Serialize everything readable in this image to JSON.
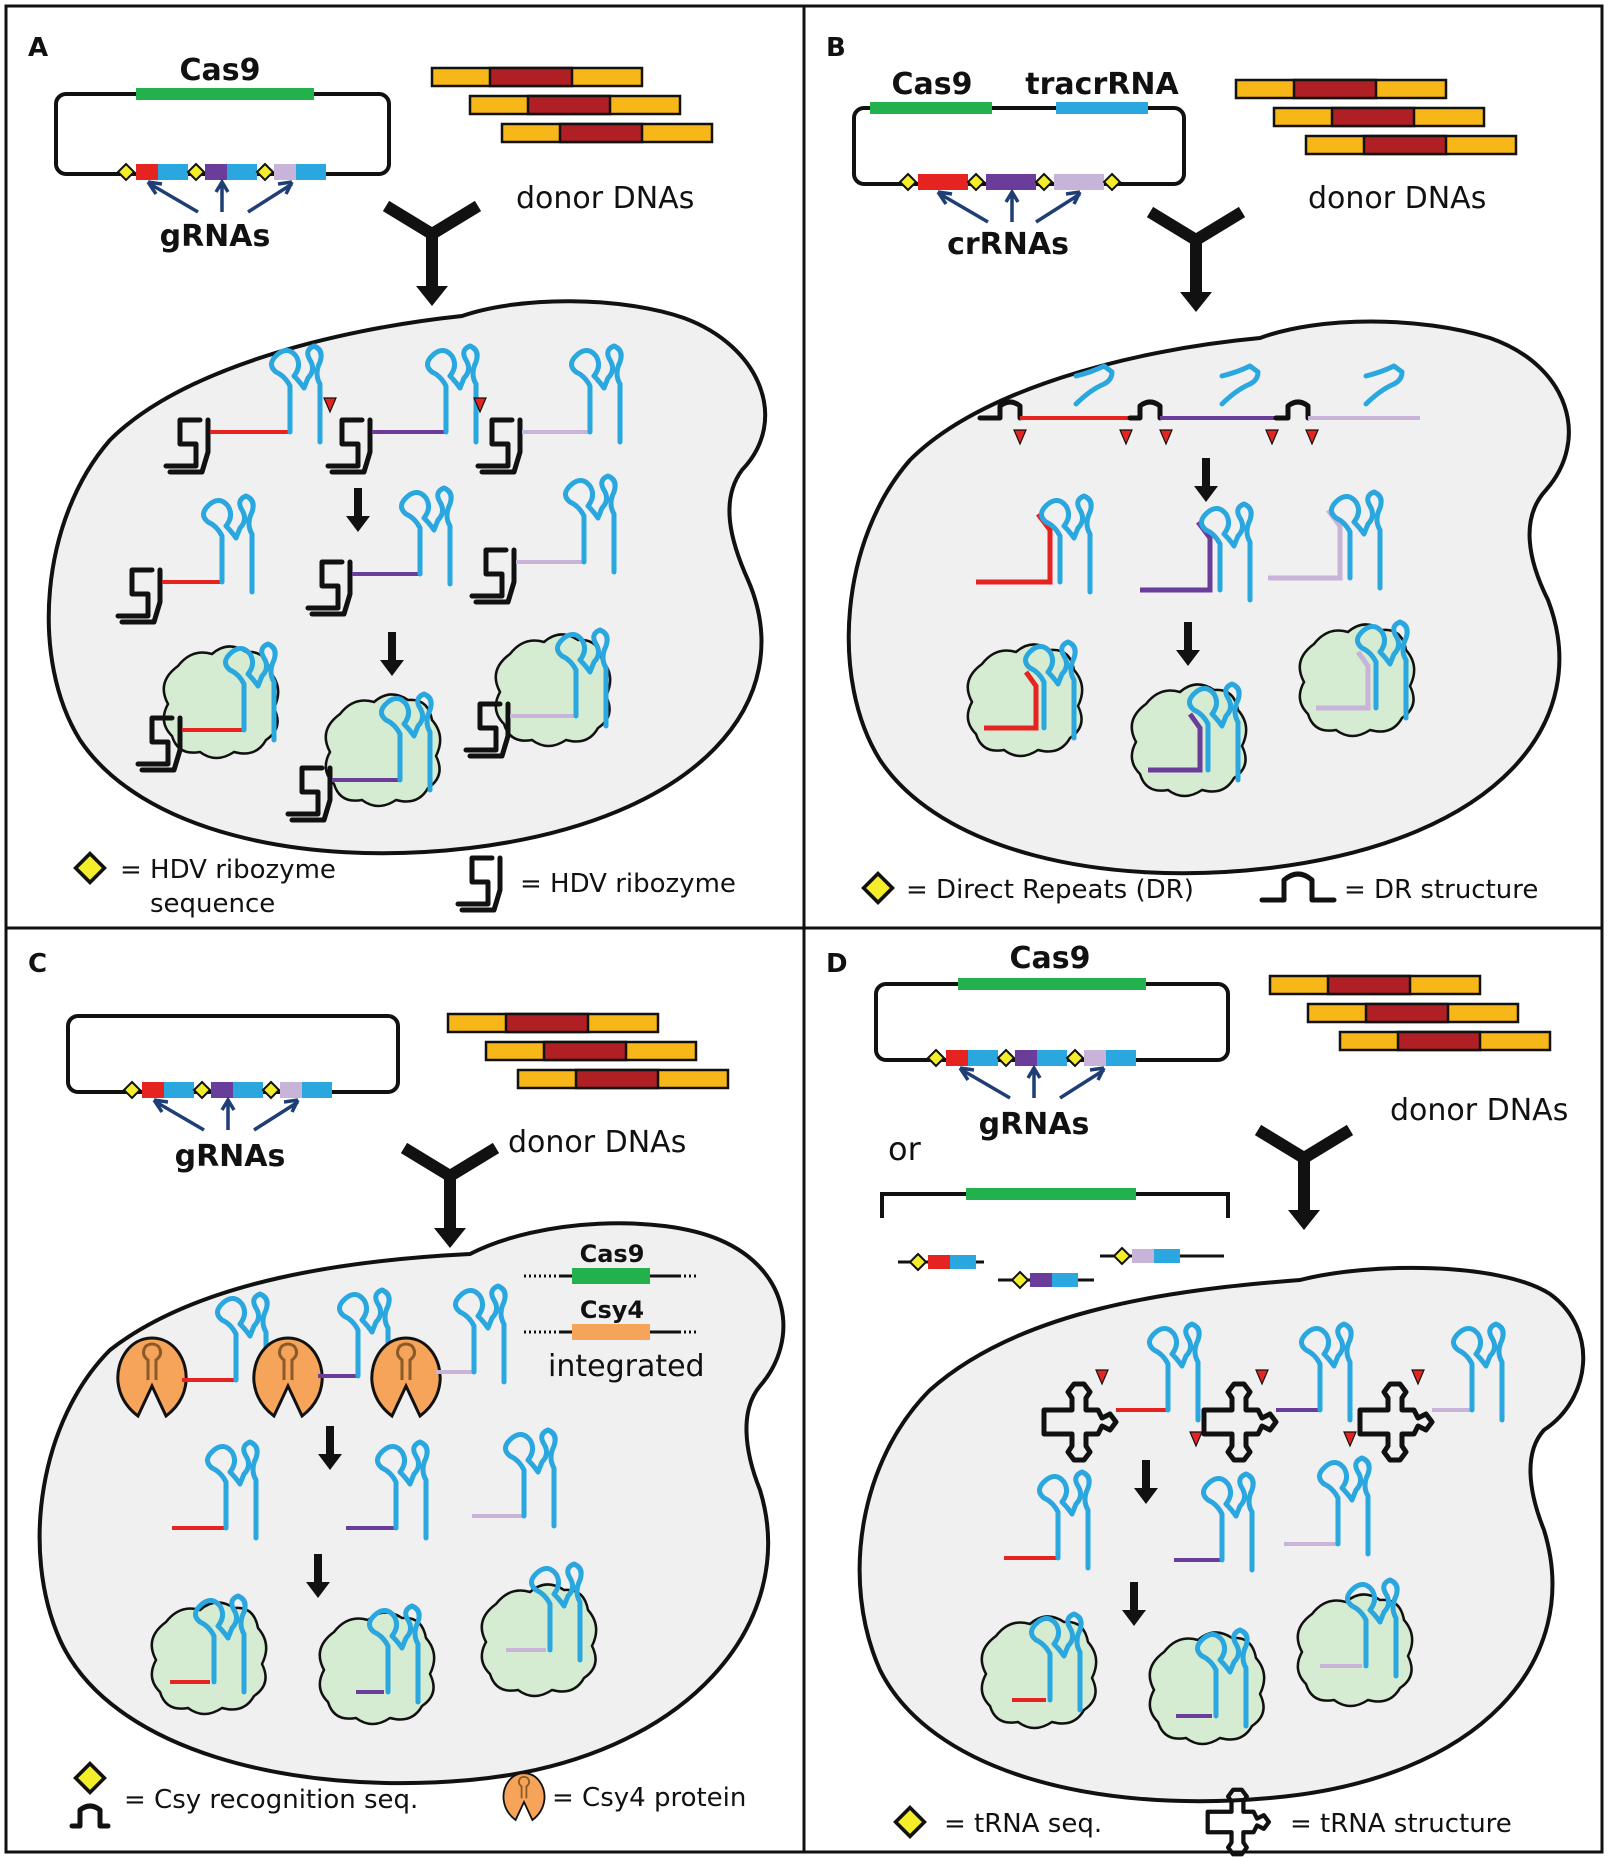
{
  "colors": {
    "cas9": "#22b14c",
    "tracr": "#2aa7df",
    "red": "#e52421",
    "purple": "#6a3d9a",
    "lilac": "#c8b4d8",
    "donor_outer": "#f7b718",
    "donor_inner": "#b01f24",
    "diamond": "#f4ee2a",
    "csy4": "#f5a45a",
    "ribosome": "#d6ecd2",
    "cell": "#f0f0f0"
  },
  "icons": [
    "diamond-icon",
    "hdv-ribozyme-icon",
    "dr-structure-icon",
    "csy-recognition-icon",
    "csy4-protein-icon",
    "trna-structure-icon",
    "ribosome-icon",
    "cleavage-arrowhead-icon",
    "arrow-down-icon",
    "plasmid-icon"
  ],
  "panels": {
    "A": {
      "letter": "A",
      "cas9": "Cas9",
      "guides": "gRNAs",
      "donor": "donor DNAs",
      "legend1_line1": "= HDV ribozyme",
      "legend1_line2": "sequence",
      "legend2": "= HDV ribozyme"
    },
    "B": {
      "letter": "B",
      "cas9": "Cas9",
      "tracr": "tracrRNA",
      "guides": "crRNAs",
      "donor": "donor DNAs",
      "legend1": "= Direct Repeats (DR)",
      "legend2": "= DR structure"
    },
    "C": {
      "letter": "C",
      "guides": "gRNAs",
      "donor": "donor DNAs",
      "gene1": "Cas9",
      "gene2": "Csy4",
      "integrated": "integrated",
      "legend1": "= Csy recognition seq.",
      "legend2": "= Csy4 protein"
    },
    "D": {
      "letter": "D",
      "cas9": "Cas9",
      "guides": "gRNAs",
      "donor": "donor DNAs",
      "or": "or",
      "legend1": "= tRNA seq.",
      "legend2": "= tRNA structure"
    }
  }
}
